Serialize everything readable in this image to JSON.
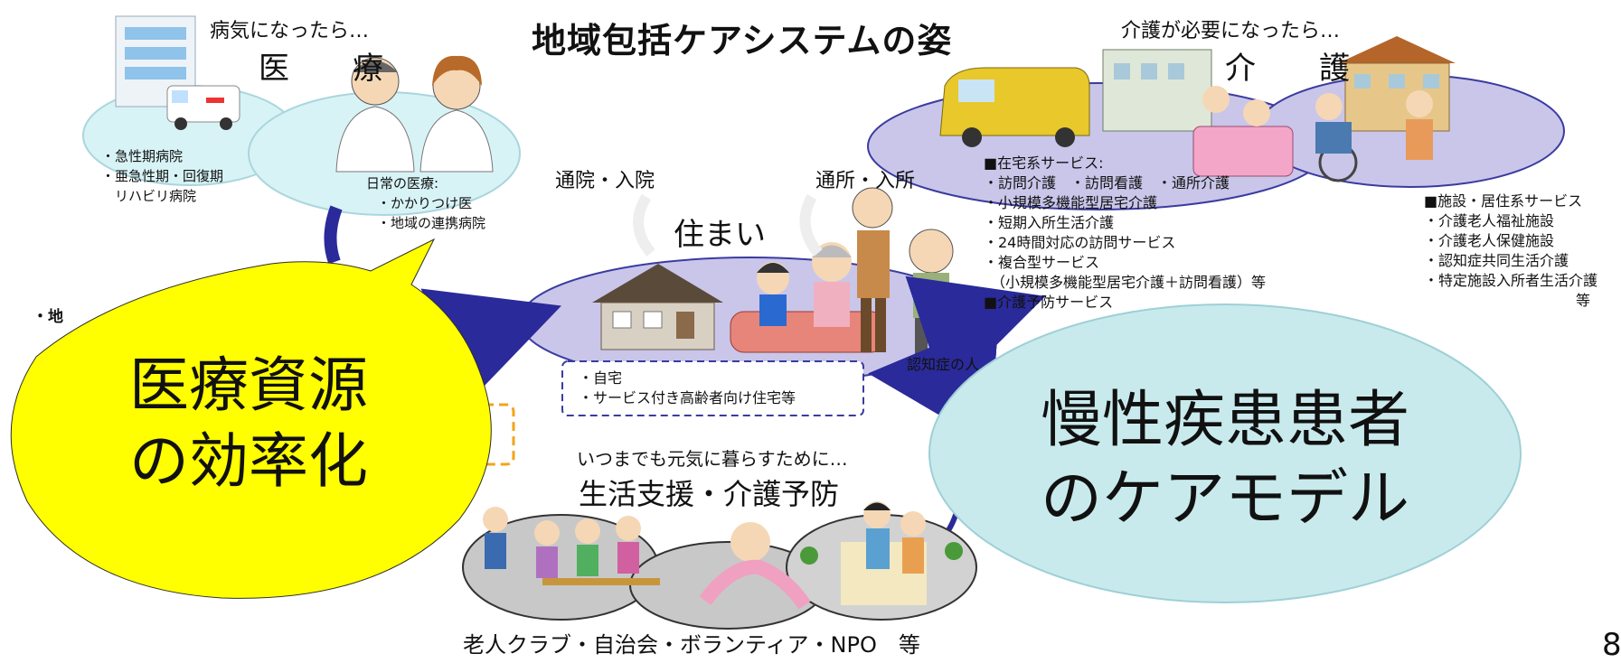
{
  "title": "地域包括ケアシステムの姿",
  "medical": {
    "caption": "病気になったら…",
    "heading": "医　療",
    "hospitals": [
      "・急性期病院",
      "・亜急性期・回復期",
      "　リハビリ病院"
    ],
    "daily_care": [
      "日常の医療:",
      "・かかりつけ医",
      "・地域の連携病院"
    ]
  },
  "care": {
    "caption": "介護が必要になったら…",
    "heading": "介　護",
    "home_services": [
      "■在宅系サービス:",
      "・訪問介護　・訪問看護　・通所介護",
      "・小規模多機能型居宅介護",
      "・短期入所生活介護",
      "・24時間対応の訪問サービス",
      "・複合型サービス",
      "　（小規模多機能型居宅介護＋訪問看護）等",
      "■介護予防サービス"
    ],
    "facility_services": [
      "■施設・居住系サービス",
      "・介護老人福祉施設",
      "・介護老人保健施設",
      "・認知症共同生活介護",
      "・特定施設入所者生活介護",
      "等"
    ]
  },
  "housing": {
    "label": "住まい",
    "commute_hospital": "通院・入院",
    "commute_facility": "通所・入所",
    "types": [
      "・自宅",
      "・サービス付き高齢者向け住宅等"
    ],
    "dementia_label": "認知症の人"
  },
  "support": {
    "caption": "いつまでも元気に暮らすために…",
    "heading": "生活支援・介護予防",
    "groups": "老人クラブ・自治会・ボランティア・NPO　等"
  },
  "left_fragment": "・地",
  "bubble_yellow": [
    "医療資源",
    "の効率化"
  ],
  "bubble_blue": [
    "慢性疾患患者",
    "のケアモデル"
  ],
  "page_number": "8",
  "colors": {
    "yellow_bubble": "#ffff00",
    "blue_bubble": "#c9eaec",
    "care_ellipse": "#c9c6ea",
    "medical_ellipse": "#d8f3f6",
    "arrow": "#2a2a9a"
  }
}
